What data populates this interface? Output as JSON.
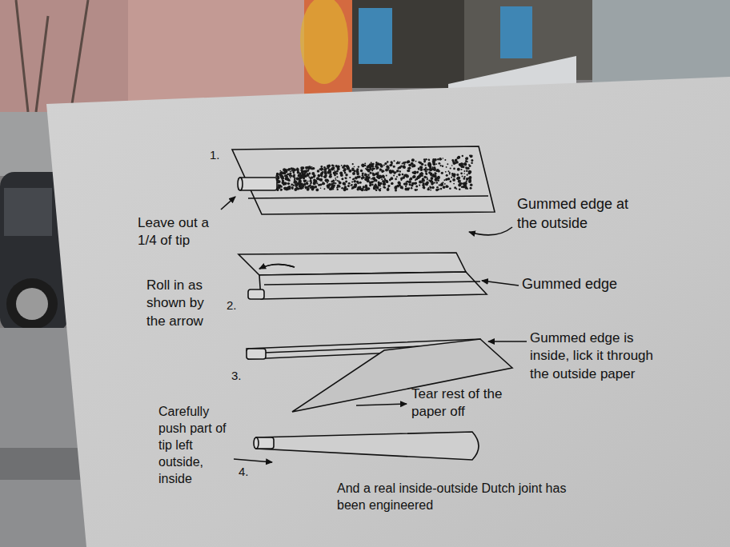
{
  "diagram": {
    "labels": [
      "1.",
      "Leave out a 1/4 of tip",
      "Gummed edge at the outside",
      "Roll in as shown by the arrow",
      "2.",
      "Gummed edge",
      "3.",
      "Gummed edge is inside, lick it through the outside paper",
      "Tear rest of the paper off",
      "Carefully push part of tip left outside, inside",
      "4.",
      "And a real inside-outside Dutch joint has been engineered"
    ]
  }
}
